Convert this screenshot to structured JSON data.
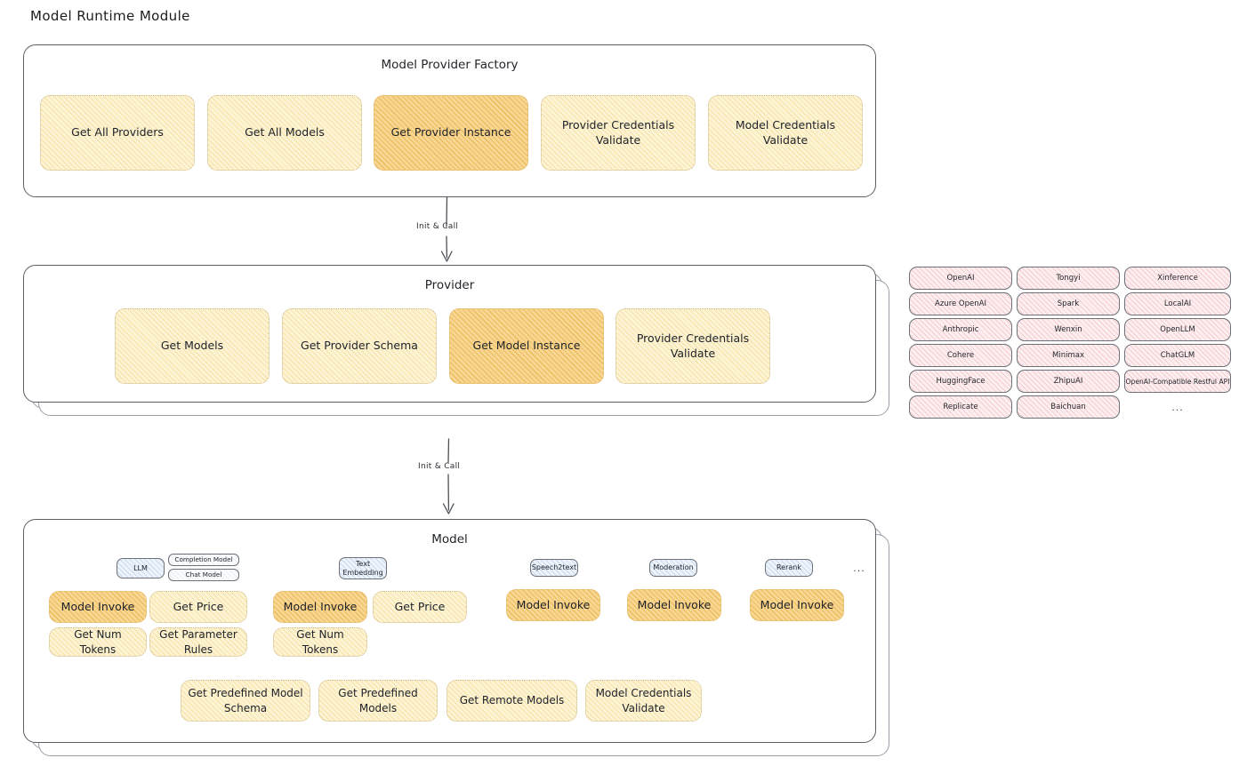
{
  "page": {
    "title": "Model Runtime Module"
  },
  "factory": {
    "title": "Model Provider Factory",
    "nodes": [
      {
        "label": "Get All Providers",
        "highlight": false
      },
      {
        "label": "Get All Models",
        "highlight": false
      },
      {
        "label": "Get Provider Instance",
        "highlight": true
      },
      {
        "label": "Provider Credentials Validate",
        "highlight": false
      },
      {
        "label": "Model Credentials Validate",
        "highlight": false
      }
    ]
  },
  "connectors": [
    {
      "label": "Init & Call"
    },
    {
      "label": "Init & Call"
    }
  ],
  "provider": {
    "title": "Provider",
    "nodes": [
      {
        "label": "Get Models",
        "highlight": false
      },
      {
        "label": "Get Provider Schema",
        "highlight": false
      },
      {
        "label": "Get Model Instance",
        "highlight": true
      },
      {
        "label": "Provider Credentials Validate",
        "highlight": false
      }
    ]
  },
  "provider_list": {
    "columns": [
      {
        "items": [
          "OpenAI",
          "Azure OpenAI",
          "Anthropic",
          "Cohere",
          "HuggingFace",
          "Replicate"
        ]
      },
      {
        "items": [
          "Tongyi",
          "Spark",
          "Wenxin",
          "Minimax",
          "ZhipuAI",
          "Baichuan"
        ]
      },
      {
        "items": [
          "Xinference",
          "LocalAI",
          "OpenLLM",
          "ChatGLM",
          "OpenAI-Compatible Restful API"
        ]
      }
    ],
    "more": "..."
  },
  "model": {
    "title": "Model",
    "more_tag": "...",
    "types": [
      {
        "tag": "LLM",
        "subtags": [
          "Completion Model",
          "Chat Model"
        ],
        "nodes": [
          {
            "label": "Model Invoke",
            "highlight": true
          },
          {
            "label": "Get Price",
            "highlight": false
          },
          {
            "label": "Get Num Tokens",
            "highlight": false
          },
          {
            "label": "Get Parameter Rules",
            "highlight": false
          }
        ]
      },
      {
        "tag": "Text Embedding",
        "subtags": [],
        "nodes": [
          {
            "label": "Model Invoke",
            "highlight": true
          },
          {
            "label": "Get Price",
            "highlight": false
          },
          {
            "label": "Get Num Tokens",
            "highlight": false
          }
        ]
      },
      {
        "tag": "Speech2text",
        "subtags": [],
        "nodes": [
          {
            "label": "Model Invoke",
            "highlight": true
          }
        ]
      },
      {
        "tag": "Moderation",
        "subtags": [],
        "nodes": [
          {
            "label": "Model Invoke",
            "highlight": true
          }
        ]
      },
      {
        "tag": "Rerank",
        "subtags": [],
        "nodes": [
          {
            "label": "Model Invoke",
            "highlight": true
          }
        ]
      }
    ],
    "shared_nodes": [
      {
        "label": "Get Predefined Model Schema"
      },
      {
        "label": "Get Predefined Models"
      },
      {
        "label": "Get Remote Models"
      },
      {
        "label": "Model Credentials Validate"
      }
    ]
  },
  "colors": {
    "node_fill": "#fdf4d6",
    "node_fill_highlight": "#f8d694",
    "chip_fill": "#fdeff0",
    "tag_fill": "#eef4fb",
    "stroke": "#5b5f66",
    "text": "#1b1b1f"
  }
}
